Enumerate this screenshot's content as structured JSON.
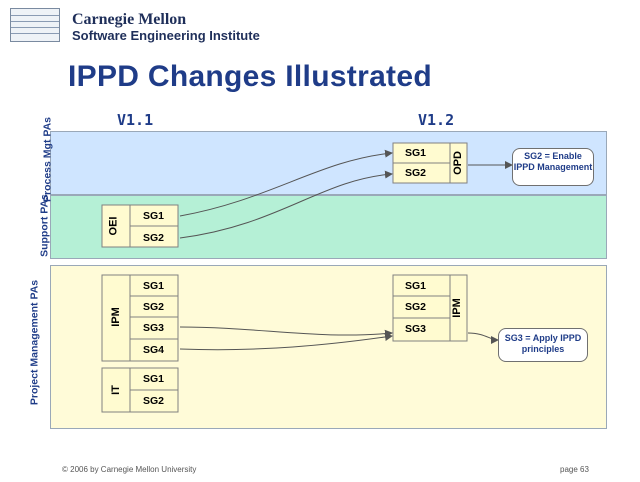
{
  "header": {
    "org_line1": "Carnegie Mellon",
    "org_line2": "Software Engineering Institute"
  },
  "slide": {
    "title": "IPPD Changes Illustrated",
    "version_left": "V1.1",
    "version_right": "V1.2"
  },
  "bands": {
    "process": "Process Mgt PAs",
    "support": "Support PAs",
    "project": "Project Management PAs"
  },
  "groups": {
    "opd": {
      "label": "OPD",
      "items": [
        "SG1",
        "SG2"
      ]
    },
    "oei": {
      "label": "OEI",
      "items": [
        "SG1",
        "SG2"
      ]
    },
    "ipm_v11": {
      "label": "IPM",
      "items": [
        "SG1",
        "SG2",
        "SG3",
        "SG4"
      ]
    },
    "it": {
      "label": "IT",
      "items": [
        "SG1",
        "SG2"
      ]
    },
    "ipm_v12": {
      "label": "IPM",
      "items": [
        "SG1",
        "SG2",
        "SG3"
      ]
    }
  },
  "callouts": {
    "sg2": "SG2 = Enable IPPD Management",
    "sg3": "SG3 = Apply IPPD principles"
  },
  "footer": {
    "copyright": "© 2006 by Carnegie Mellon University",
    "page": "page 63"
  },
  "colors": {
    "process_band": "#cfe5ff",
    "support_band": "#b5f0d6",
    "project_band": "#fffbd8",
    "group_box": "#fffbd0",
    "title": "#1f3c88"
  }
}
